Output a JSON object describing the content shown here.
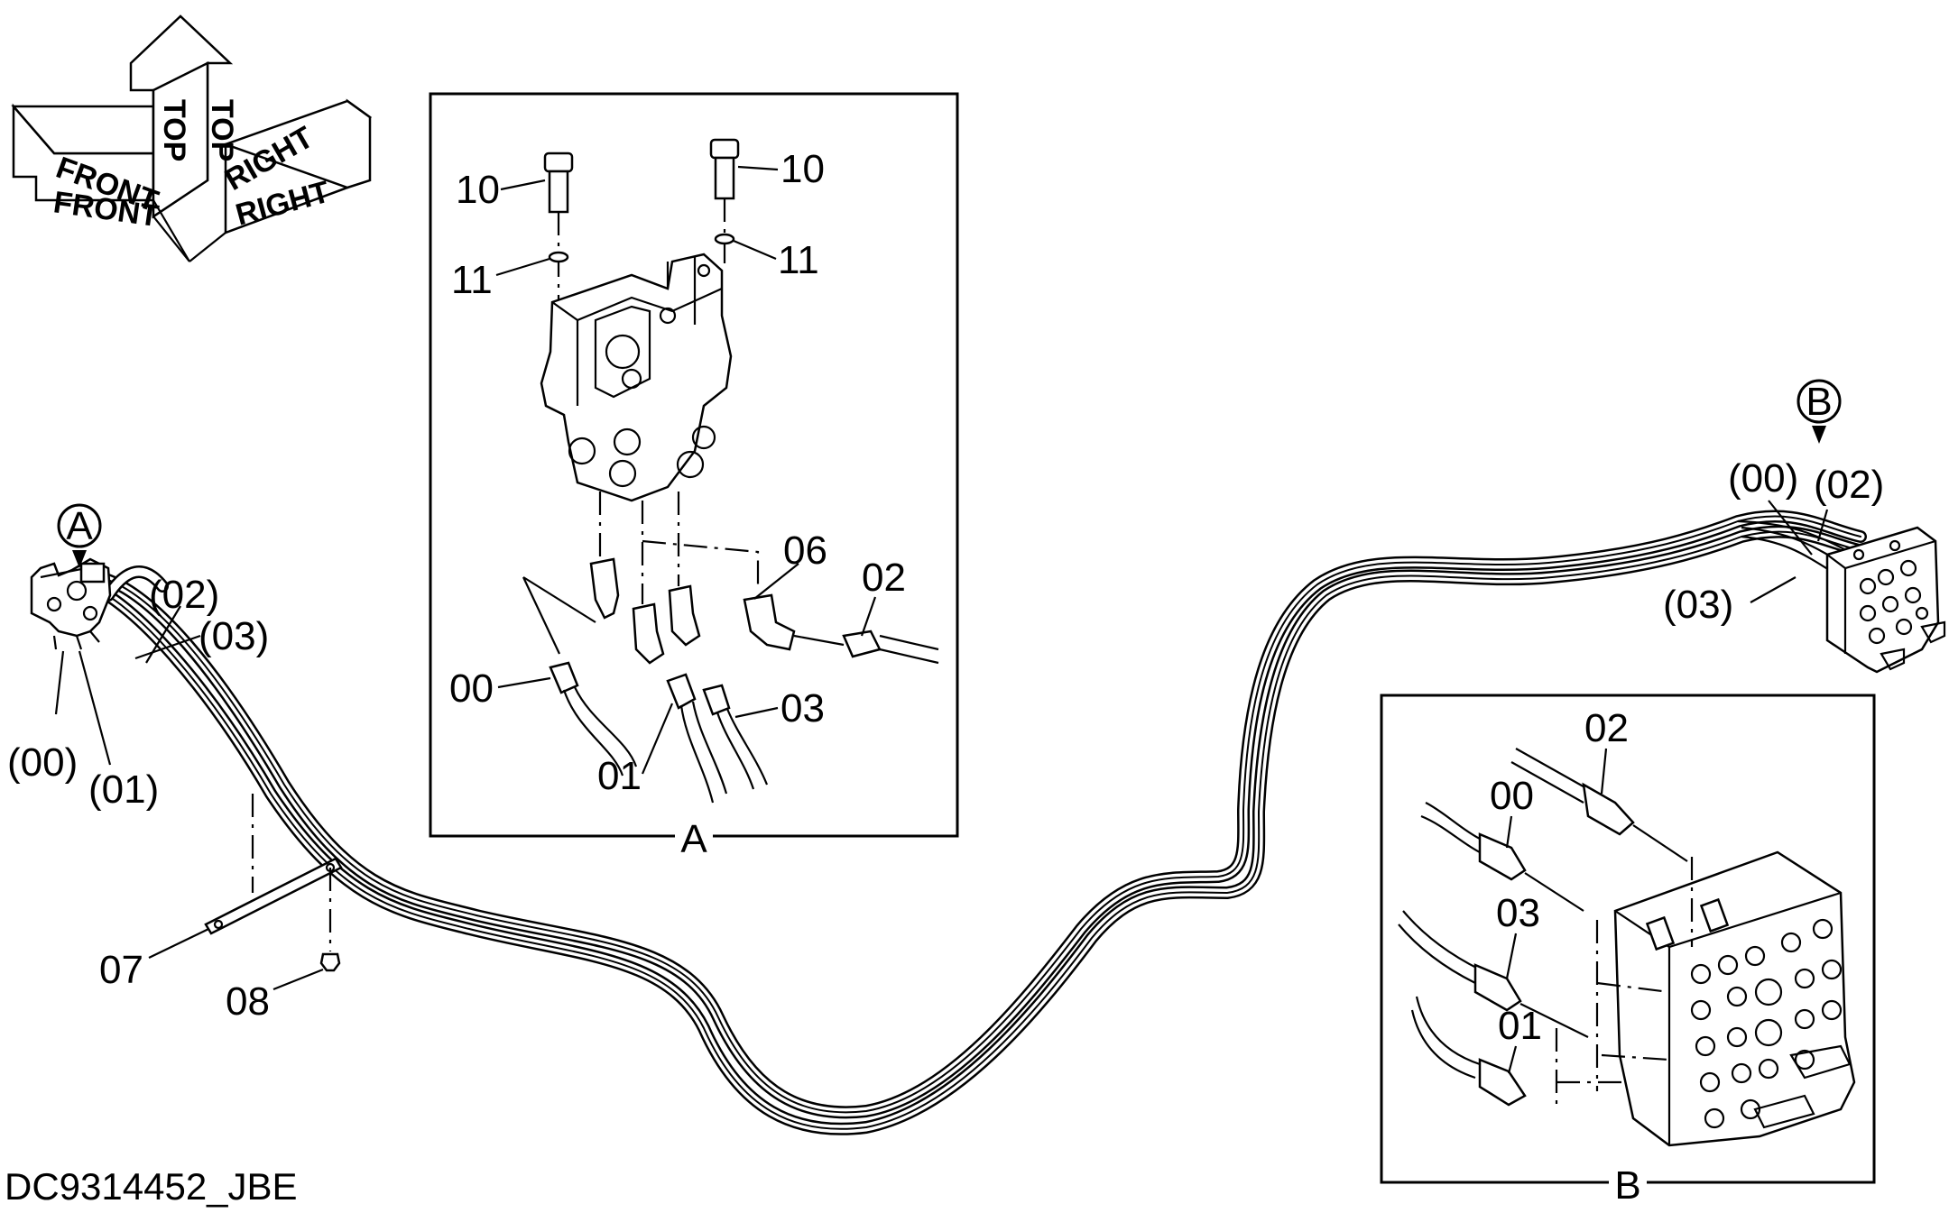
{
  "orientation": {
    "top_label": "TOP",
    "front_label": "FRONT",
    "right_label": "RIGHT"
  },
  "callouts": {
    "left": [
      {
        "id": "lbl-02",
        "text": "(02)"
      },
      {
        "id": "lbl-03",
        "text": "(03)"
      },
      {
        "id": "lbl-00",
        "text": "(00)"
      },
      {
        "id": "lbl-01",
        "text": "(01)"
      },
      {
        "id": "lbl-07",
        "text": "07"
      },
      {
        "id": "lbl-08",
        "text": "08"
      }
    ],
    "right": [
      {
        "id": "lbl-00",
        "text": "(00)"
      },
      {
        "id": "lbl-02",
        "text": "(02)"
      },
      {
        "id": "lbl-03",
        "text": "(03)"
      }
    ],
    "detail_a": [
      {
        "id": "lbl-10a",
        "text": "10"
      },
      {
        "id": "lbl-10b",
        "text": "10"
      },
      {
        "id": "lbl-11a",
        "text": "11"
      },
      {
        "id": "lbl-11b",
        "text": "11"
      },
      {
        "id": "lbl-06",
        "text": "06"
      },
      {
        "id": "lbl-02",
        "text": "02"
      },
      {
        "id": "lbl-00",
        "text": "00"
      },
      {
        "id": "lbl-03",
        "text": "03"
      },
      {
        "id": "lbl-01",
        "text": "01"
      }
    ],
    "detail_b": [
      {
        "id": "lbl-02",
        "text": "02"
      },
      {
        "id": "lbl-00",
        "text": "00"
      },
      {
        "id": "lbl-03",
        "text": "03"
      },
      {
        "id": "lbl-01",
        "text": "01"
      }
    ]
  },
  "markers": {
    "a": "A",
    "b": "B"
  },
  "detail_captions": {
    "a": "A",
    "b": "B"
  },
  "drawing_code": "DC9314452_JBE"
}
